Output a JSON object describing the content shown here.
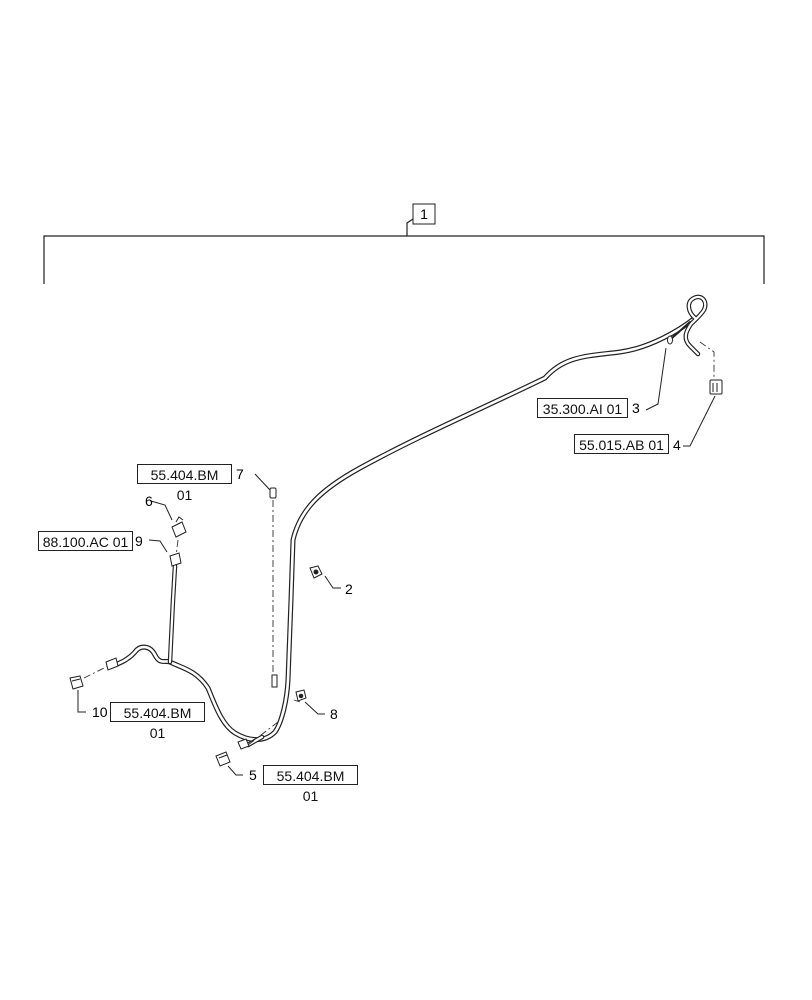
{
  "assembly": {
    "item_number": "1"
  },
  "callouts": {
    "c2": "2",
    "c3": "3",
    "c4": "4",
    "c5": "5",
    "c6": "6",
    "c7": "7",
    "c8": "8",
    "c9": "9",
    "c10": "10"
  },
  "references": {
    "r3": "35.300.AI 01",
    "r4": "55.015.AB 01",
    "r5": "55.404.BM 01",
    "r7": "55.404.BM 01",
    "r9": "88.100.AC 01",
    "r10": "55.404.BM 01"
  }
}
